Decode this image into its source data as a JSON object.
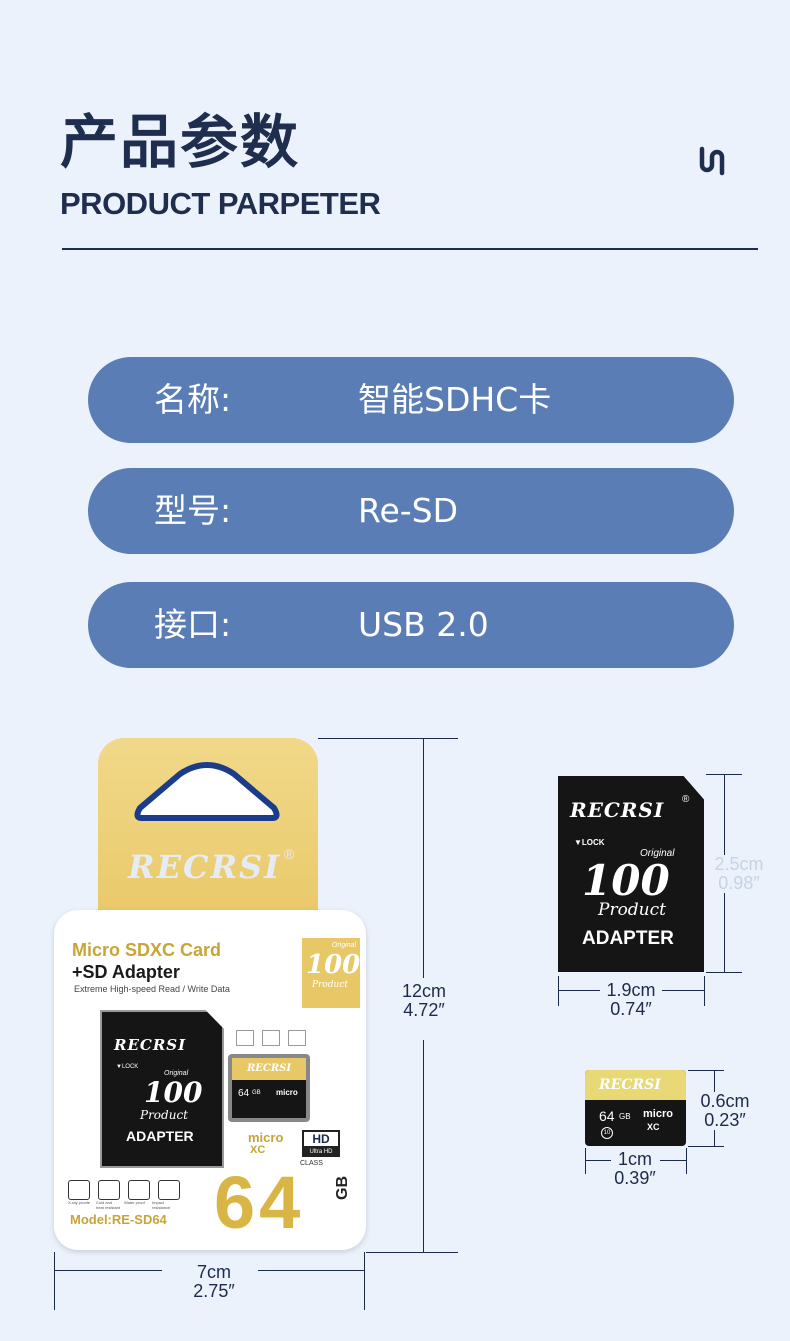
{
  "header": {
    "title_cn": "产品参数",
    "title_en": "PRODUCT PARPETER",
    "icon": "link-icon"
  },
  "specs": [
    {
      "key": "名称:",
      "value": "智能SDHC卡"
    },
    {
      "key": "型号:",
      "value": "Re-SD"
    },
    {
      "key": "接口:",
      "value": "USB 2.0"
    }
  ],
  "package": {
    "brand": "RECRSI",
    "reg_mark": "®",
    "headline1": "Micro SDXC Card",
    "headline2": "+SD Adapter",
    "tagline": "Extreme High-speed Read / Write Data",
    "badge_num": "100",
    "badge_original": "Original",
    "badge_product": "Product",
    "adapter_lock": "▼LOCK",
    "adapter_original": "Original",
    "adapter_num": "100",
    "adapter_product": "Product",
    "adapter_label": "ADAPTER",
    "mini_capacity": "64",
    "mini_gb": "GB",
    "micro_logo": "micro",
    "xc": "XC",
    "class_num": "10",
    "hd": "HD",
    "ultra_hd": "Ultra HD",
    "class_text": "CLASS",
    "capacity": "64",
    "capacity_unit": "GB",
    "model": "Model:RE-SD64",
    "icons": [
      "X-ray proofe",
      "Cold and heat resistant",
      "Water proof",
      "Impact resistance"
    ]
  },
  "dimensions": {
    "package_height_cm": "12cm",
    "package_height_in": "4.72″",
    "package_width_cm": "7cm",
    "package_width_in": "2.75″",
    "adapter_height_cm": "2.5cm",
    "adapter_height_in": "0.98″",
    "adapter_width_cm": "1.9cm",
    "adapter_width_in": "0.74″",
    "micro_height_cm": "0.6cm",
    "micro_height_in": "0.23″",
    "micro_width_cm": "1cm",
    "micro_width_in": "0.39″"
  },
  "colors": {
    "background": "#ebf2fc",
    "pill": "#5b7db5",
    "navy": "#1f2d4e",
    "gold": "#e8c766"
  }
}
